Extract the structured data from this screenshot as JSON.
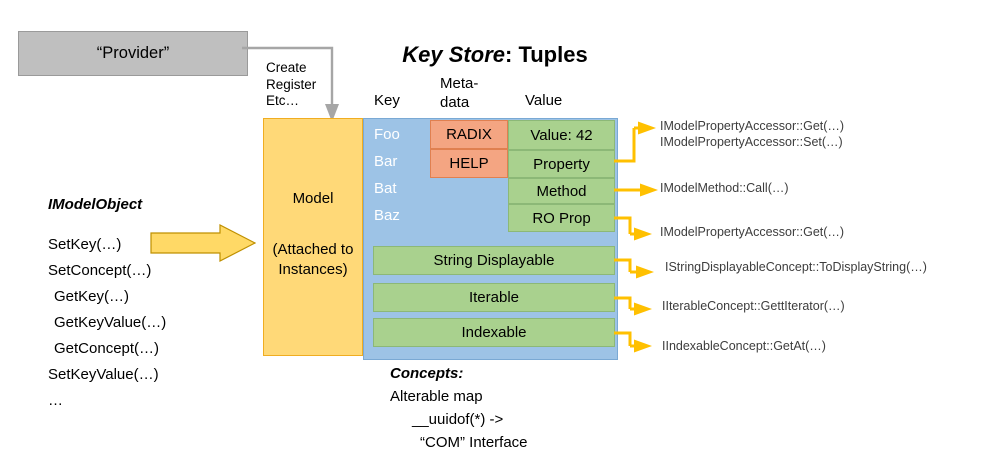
{
  "provider": {
    "label": "“Provider”",
    "connector_caption_line1": "Create",
    "connector_caption_line2": "Register",
    "connector_caption_line3": "Etc…",
    "connector_color": "#a6a6a6",
    "box_fill": "#bfbfbf"
  },
  "title": {
    "italic_part": "Key Store",
    "rest_part": ": Tuples"
  },
  "headers": {
    "key": "Key",
    "metadata_line1": "Meta-",
    "metadata_line2": "data",
    "value": "Value"
  },
  "model_column": {
    "label": "Model",
    "sublabel_line1": "(Attached to",
    "sublabel_line2": "Instances)",
    "fill": "#ffd978",
    "border": "#f0ad21"
  },
  "keystore_column": {
    "fill": "#9dc3e6",
    "border": "#7aa9d4"
  },
  "keys": [
    "Foo",
    "Bar",
    "Bat",
    "Baz"
  ],
  "metadata_cells": [
    {
      "label": "RADIX"
    },
    {
      "label": "HELP"
    }
  ],
  "metadata_style": {
    "fill": "#f4a582",
    "border": "#e08050"
  },
  "value_cells": [
    {
      "label": "Value: 42"
    },
    {
      "label": "Property"
    },
    {
      "label": "Method"
    },
    {
      "label": "RO Prop"
    }
  ],
  "value_style": {
    "fill": "#a9d18e",
    "border": "#8cb877"
  },
  "concept_bars": [
    {
      "label": "String Displayable"
    },
    {
      "label": "Iterable"
    },
    {
      "label": "Indexable"
    }
  ],
  "api_annotations": {
    "property_accessor_get": "IModelPropertyAccessor::Get(…)",
    "property_accessor_set": "IModelPropertyAccessor::Set(…)",
    "method_call": "IModelMethod::Call(…)",
    "ro_prop_get": "IModelPropertyAccessor::Get(…)",
    "string_displayable": "IStringDisplayableConcept::ToDisplayString(…)",
    "iterable": "IIterableConcept::GettIterator(…)",
    "indexable": "IIndexableConcept::GetAt(…)"
  },
  "imodelobject": {
    "title": "IModelObject",
    "methods": [
      "SetKey(…)",
      "SetConcept(…)",
      "GetKey(…)",
      "GetKeyValue(…)",
      "GetConcept(…)",
      "SetKeyValue(…)",
      "…"
    ]
  },
  "concepts_note": {
    "heading": "Concepts:",
    "line1": "Alterable map",
    "line2": "__uuidof(*) ->",
    "line3": "“COM” Interface"
  },
  "colors": {
    "arrow_yellow": "#ffc000",
    "block_arrow_fill": "#ffd966",
    "block_arrow_border": "#bf9000",
    "api_text": "#3d3d3d"
  }
}
